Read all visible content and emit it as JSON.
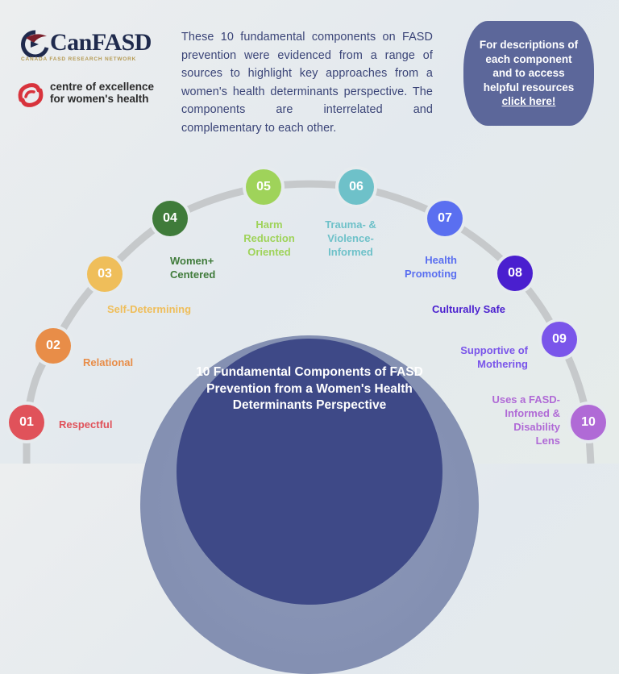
{
  "logos": {
    "canfasd": {
      "name": "CanFASD",
      "subtitle": "CANADA FASD RESEARCH NETWORK"
    },
    "cewh": {
      "line1": "centre of excellence",
      "line2": "for women's health"
    }
  },
  "intro": {
    "text": "These 10 fundamental components on FASD prevention were evidenced from a range of sources to highlight key approaches from a women's health determinants perspective. The components are interrelated and complementary to each other."
  },
  "cta": {
    "line1": "For descriptions of",
    "line2": "each component",
    "line3": "and to access",
    "line4": "helpful resources",
    "link": "click here!",
    "color": "#5c679a"
  },
  "center": {
    "title": "10 Fundamental Components of FASD Prevention from a Women's Health Determinants Perspective",
    "inner_color": "#3e4987",
    "outer_color": "#8591b3"
  },
  "components": [
    {
      "number": "01",
      "label": "Respectful",
      "color": "#e0525a"
    },
    {
      "number": "02",
      "label": "Relational",
      "color": "#e88d48"
    },
    {
      "number": "03",
      "label": "Self-Determining",
      "color": "#efbe5a"
    },
    {
      "number": "04",
      "label": "Women+ Centered",
      "color": "#3f7b3a"
    },
    {
      "number": "05",
      "label": "Harm Reduction Oriented",
      "color": "#9fd35a"
    },
    {
      "number": "06",
      "label": "Trauma- & Violence-Informed",
      "color": "#6ec1c9"
    },
    {
      "number": "07",
      "label": "Health Promoting",
      "color": "#5a6ff0"
    },
    {
      "number": "08",
      "label": "Culturally Safe",
      "color": "#4a1fcf"
    },
    {
      "number": "09",
      "label": "Supportive of Mothering",
      "color": "#7a55ea"
    },
    {
      "number": "10",
      "label": "Uses a FASD-Informed & Disability Lens",
      "color": "#b06ad6"
    }
  ],
  "labels_split": {
    "c04": [
      "Women+",
      "Centered"
    ],
    "c05": [
      "Harm",
      "Reduction",
      "Oriented"
    ],
    "c06": [
      "Trauma- &",
      "Violence-",
      "Informed"
    ],
    "c07": [
      "Health",
      "Promoting"
    ],
    "c09": [
      "Supportive of",
      "Mothering"
    ],
    "c10": [
      "Uses a FASD-",
      "Informed &",
      "Disability",
      "Lens"
    ]
  }
}
